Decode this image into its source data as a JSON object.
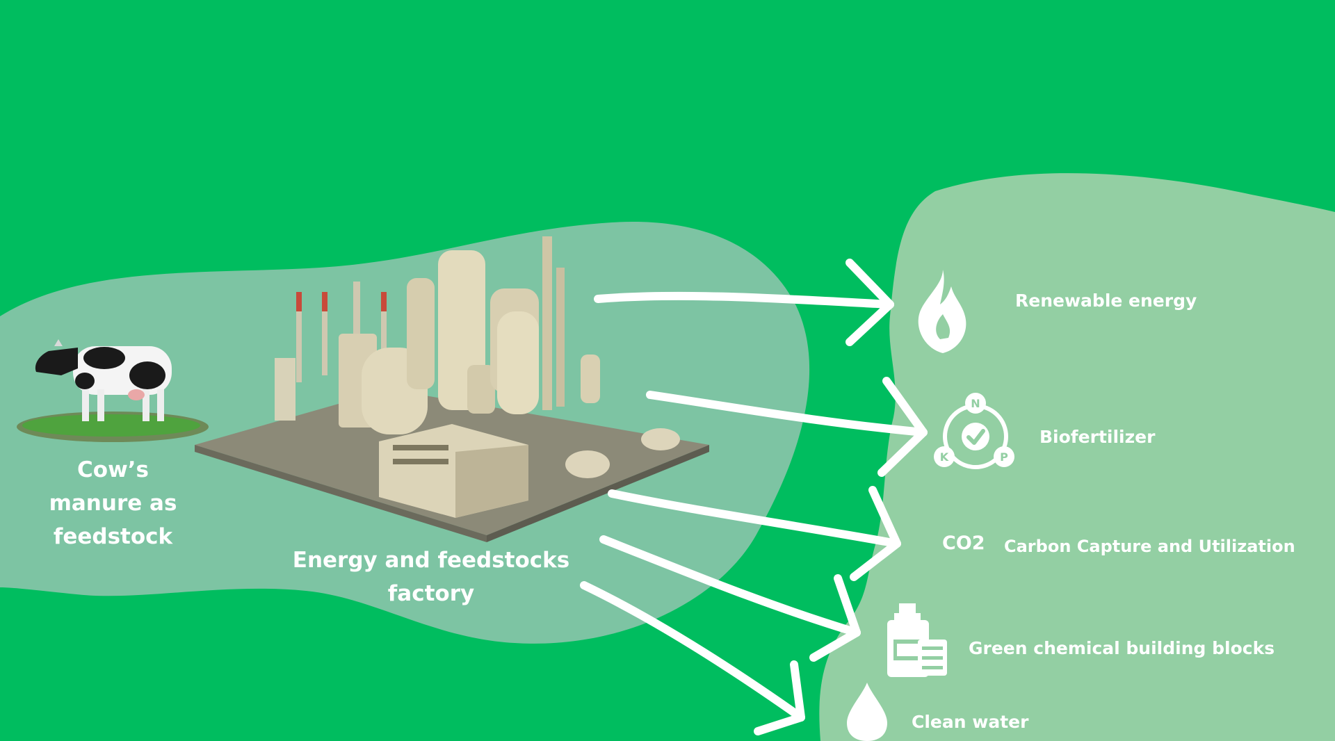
{
  "colors": {
    "background": "#00BD5F",
    "left_blob": "#7DC4A3",
    "right_blob": "#93CFA3",
    "ink": "#FFFFFF"
  },
  "source": {
    "label": "Cow’s manure as feedstock",
    "icon": "cow-illustration"
  },
  "factory": {
    "label": "Energy and feedstocks factory",
    "icon": "factory-illustration"
  },
  "outputs": [
    {
      "label": "Renewable energy",
      "icon": "flame-icon"
    },
    {
      "label": "Biofertilizer",
      "icon": "npk-icon",
      "badges": [
        "N",
        "K",
        "P"
      ]
    },
    {
      "label": "Carbon Capture and Utilization",
      "icon": "co2-icon",
      "icon_text": "CO2"
    },
    {
      "label": "Green chemical building blocks",
      "icon": "chemical-bottles-icon"
    },
    {
      "label": "Clean water",
      "icon": "water-drop-icon"
    }
  ]
}
